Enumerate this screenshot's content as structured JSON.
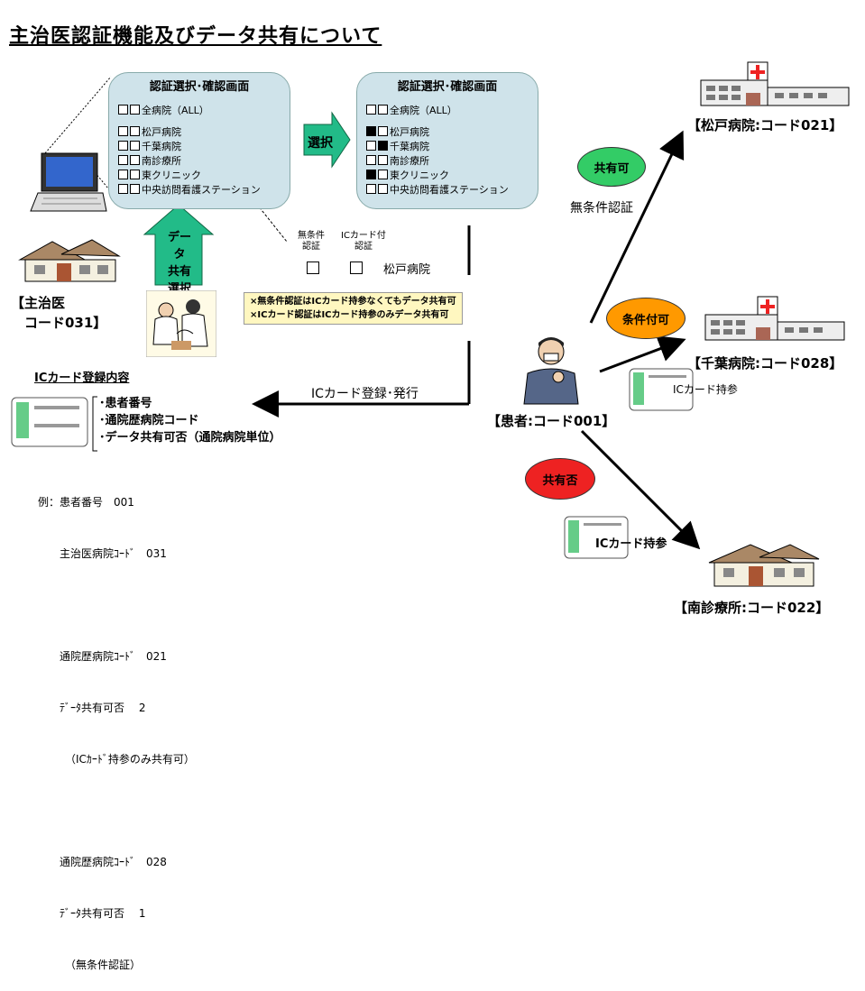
{
  "title": "主治医認証機能及びデータ共有について",
  "panel_left": {
    "title": "認証選択･確認画面",
    "items": [
      {
        "label": "全病院（ALL）",
        "checked": [
          false,
          false
        ]
      },
      {
        "label": "松戸病院",
        "checked": [
          false,
          false
        ]
      },
      {
        "label": "千葉病院",
        "checked": [
          false,
          false
        ]
      },
      {
        "label": "南診療所",
        "checked": [
          false,
          false
        ]
      },
      {
        "label": "東クリニック",
        "checked": [
          false,
          false
        ]
      },
      {
        "label": "中央訪問看護ステーション",
        "checked": [
          false,
          false
        ]
      }
    ]
  },
  "panel_right": {
    "title": "認証選択･確認画面",
    "items": [
      {
        "label": "全病院（ALL）",
        "checked": [
          false,
          false
        ]
      },
      {
        "label": "松戸病院",
        "checked": [
          true,
          false
        ]
      },
      {
        "label": "千葉病院",
        "checked": [
          false,
          true
        ]
      },
      {
        "label": "南診療所",
        "checked": [
          false,
          false
        ]
      },
      {
        "label": "東クリニック",
        "checked": [
          true,
          false
        ]
      },
      {
        "label": "中央訪問看護ステーション",
        "checked": [
          false,
          false
        ]
      }
    ]
  },
  "select_arrow_label": "選択",
  "data_share_arrow": [
    "データ",
    "共有",
    "選択"
  ],
  "auth_columns": {
    "col1": [
      "無条件",
      "認証"
    ],
    "col2": [
      "ICカード付",
      "認証"
    ],
    "hospital": "松戸病院"
  },
  "notes": [
    "×無条件認証はICカード持参なくてもデータ共有可",
    "×ICカード認証はICカード持参のみデータ共有可"
  ],
  "doctor_label": [
    "【主治医",
    "　コード031】"
  ],
  "iccard_register_title": "ICカード登録内容",
  "ic_issue_label": "ICカード登録･発行",
  "card_contents": [
    "･患者番号",
    "･通院歴病院コード",
    "･データ共有可否（通院病院単位）"
  ],
  "example_lines": [
    "例：患者番号　001",
    "　　主治医病院ｺｰﾄﾞ　031",
    "",
    "　　通院歴病院ｺｰﾄﾞ　021",
    "　　ﾃﾞｰﾀ共有可否　 2",
    "　　　（ICｶｰﾄﾞ持参のみ共有可）",
    "",
    "　　通院歴病院ｺｰﾄﾞ　028",
    "　　ﾃﾞｰﾀ共有可否　 1",
    "　　　（無条件認証）"
  ],
  "patient_label": "【患者:コード001】",
  "hospitals": {
    "matsudo": "【松戸病院:コード021】",
    "chiba": "【千葉病院:コード028】",
    "minami": "【南診療所:コード022】"
  },
  "ovals": {
    "share_ok": "共有可",
    "conditional": "条件付可",
    "share_ng": "共有否"
  },
  "unconditional_label": "無条件認証",
  "card_carry_1": "ICカード持参",
  "card_carry_2": "ICカード持参",
  "colors": {
    "panel": "#cfe3ea",
    "arrow_green": "#22bb88",
    "oval_green": "#33cc66",
    "oval_orange": "#ff9900",
    "oval_red": "#ee2222",
    "note_bg": "#fff7c0"
  }
}
